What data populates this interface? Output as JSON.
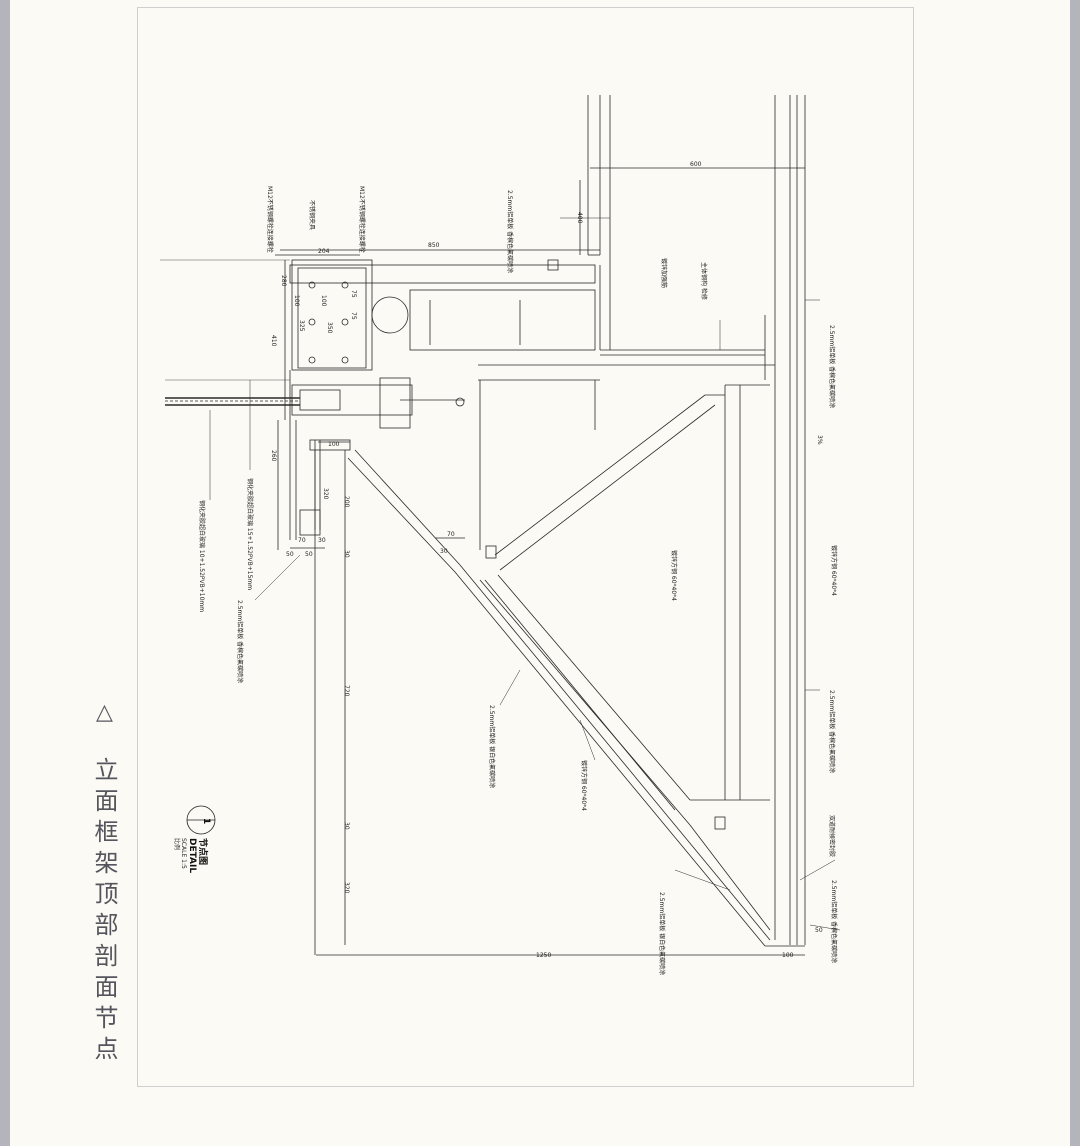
{
  "caption": {
    "marker": "△",
    "title": "立面框架顶部剖面节点"
  },
  "detail_block": {
    "number": "1",
    "title_cn": "节点图",
    "title_en": "DETAIL",
    "scale": "SCALE 1:5",
    "scale_cn": "比例"
  },
  "dimensions": {
    "d600": "600",
    "d850": "850",
    "d204": "204",
    "d410": "410",
    "d280": "280",
    "d100a": "100",
    "d325": "325",
    "d100b": "100",
    "d75a": "75",
    "d75b": "75",
    "d350": "350",
    "d200": "200",
    "d100c": "100",
    "d320a": "320",
    "d260": "260",
    "d30a": "30",
    "d70a": "70",
    "d30b": "30",
    "d50a": "50",
    "d50b": "50",
    "d70b": "70",
    "d30c": "30",
    "d720": "720",
    "d30d": "30",
    "d320b": "320",
    "d1250": "1250",
    "d100d": "100",
    "d50c": "50",
    "d3pct": "3%",
    "d400": "400"
  },
  "notes": {
    "n1": "M12不锈钢螺栓连接螺栓",
    "n2": "不锈钢夹具",
    "n3": "M12不锈钢螺栓连接螺栓",
    "n4": "2.5mm铝单板 香槟色氟碳喷涂",
    "n5": "主体钢构 检修",
    "n6": "镀锌加强筋",
    "n7": "2.5mm铝单板 香槟色氟碳喷涂",
    "n8": "镀锌方钢 60*40*4",
    "n9": "镀锌方钢 60*40*4",
    "n10": "2.5mm铝单板 香槟色氟碳喷涂",
    "n11": "2.5mm铝单板 银白色氟碳喷涂",
    "n12": "镀锌方钢 60*40*4",
    "n13": "双道耐候密封胶",
    "n14": "2.5mm铝单板 香槟色氟碳喷涂",
    "n15": "2.5mm铝单板 银白色氟碳喷涂",
    "n16": "钢化夹胶超白玻璃 15+1.52PVB+15mm",
    "n17": "钢化夹胶超白玻璃 10+1.52PVB+10mm",
    "n18": "2.5mm铝单板 香槟色氟碳喷涂"
  }
}
